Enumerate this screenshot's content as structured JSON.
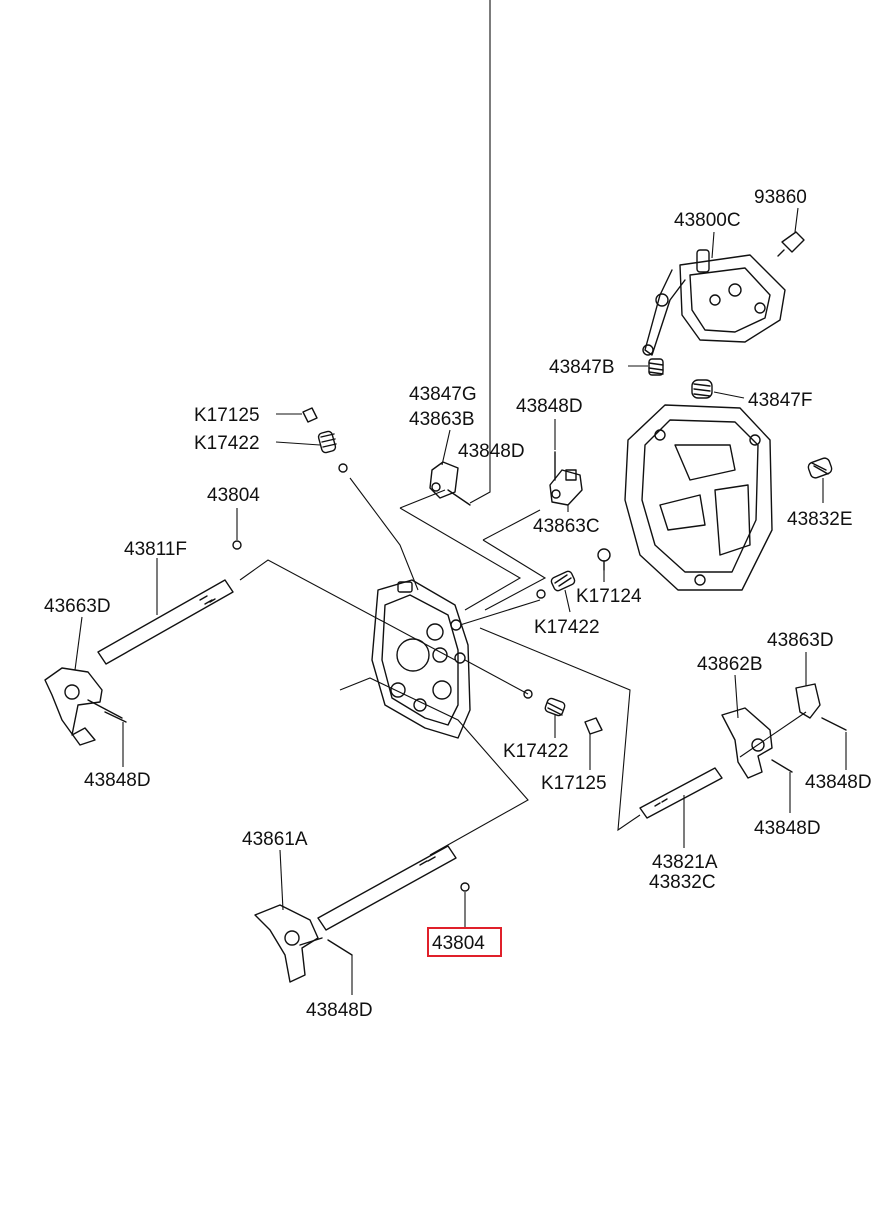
{
  "diagram": {
    "highlight_color": "#e0202a",
    "highlighted_part": "43804",
    "labels": {
      "p93860": "93860",
      "p43800C": "43800C",
      "p43847B": "43847B",
      "p43847F": "43847F",
      "p43847G": "43847G",
      "p43863B": "43863B",
      "p43848D_a": "43848D",
      "p43848D_b": "43848D",
      "pK17125_a": "K17125",
      "pK17422_a": "K17422",
      "p43863C": "43863C",
      "p43832E": "43832E",
      "p43804_a": "43804",
      "p43811F": "43811F",
      "p43663D": "43663D",
      "p43848D_c": "43848D",
      "pK17124": "K17124",
      "pK17422_b": "K17422",
      "p43863D": "43863D",
      "p43862B": "43862B",
      "p43848D_d": "43848D",
      "pK17422_c": "K17422",
      "pK17125_b": "K17125",
      "p43848D_e": "43848D",
      "p43861A": "43861A",
      "p43821A": "43821A",
      "p43832C": "43832C",
      "p43804_b": "43804",
      "p43848D_f": "43848D"
    }
  }
}
